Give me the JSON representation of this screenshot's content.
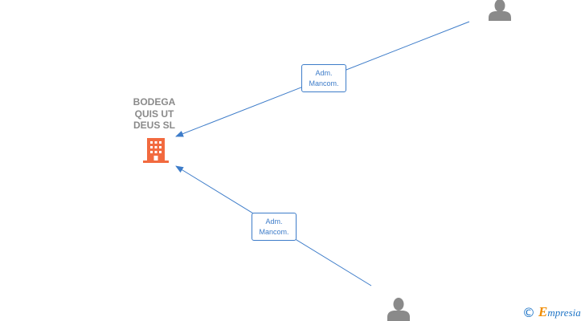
{
  "company": {
    "name": "BODEGA\nQUIS UT\nDEUS  SL",
    "icon": "building-icon",
    "color": "#f26a3f"
  },
  "relations": [
    {
      "line1": "Adm.",
      "line2": "Mancom."
    },
    {
      "line1": "Adm.",
      "line2": "Mancom."
    }
  ],
  "persons": [
    {
      "icon": "person-icon",
      "color": "#8a8a8a"
    },
    {
      "icon": "person-icon",
      "color": "#8a8a8a"
    }
  ],
  "edge_color": "#3d7cc9",
  "watermark": {
    "symbol": "©",
    "brand_first": "E",
    "brand_rest": "mpresia"
  }
}
